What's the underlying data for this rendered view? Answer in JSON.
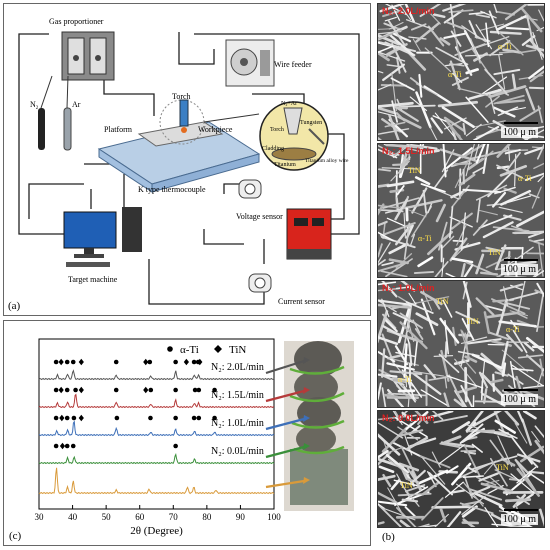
{
  "panel_a": {
    "label": "(a)",
    "components": {
      "gas_proportioner": "Gas proportioner",
      "wire_feeder": "Wire feeder",
      "n2": "N",
      "n2_sub": "2",
      "ar": "Ar",
      "torch": "Torch",
      "platform": "Platform",
      "workpiece": "Workpiece",
      "thermocouple": "K type thermocouple",
      "voltage_sensor": "Voltage sensor",
      "current_sensor": "Current sensor",
      "target_machine": "Target machine"
    },
    "inset": {
      "gas": "N₂+Ar",
      "torch": "Torch",
      "tungsten": "Tungsten",
      "cladding": "Cladding",
      "titanium": "Titanium",
      "wire": "Titanium alloy wire"
    }
  },
  "panel_b": {
    "label": "(b)",
    "micrographs": [
      {
        "condition": "N₂: 2.0L/min",
        "phases": [
          "α-Ti",
          "α-Ti"
        ],
        "scale": "100 μ m"
      },
      {
        "condition": "N₂: 1.5L/min",
        "phases": [
          "TiN",
          "α-Ti",
          "α-Ti",
          "TiN"
        ],
        "scale": "100 μ m"
      },
      {
        "condition": "N₂: 1.0L/min",
        "phases": [
          "TiN",
          "TiN",
          "α-Ti",
          "α-Ti"
        ],
        "scale": "100 μ m"
      },
      {
        "condition": "N₂: 0.0L/min",
        "phases": [
          "TiN",
          "TiN"
        ],
        "scale": "100 μ m"
      }
    ]
  },
  "panel_c": {
    "label": "(c)",
    "legend": {
      "alpha": "α-Ti",
      "tin": "TiN"
    },
    "curve_labels": [
      "N₂: 2.0L/min",
      "N₂: 1.5L/min",
      "N₂: 1.0L/min",
      "N₂: 0.0L/min"
    ]
  },
  "chart_data": {
    "type": "line",
    "title": "",
    "xlabel": "2θ (Degree)",
    "ylabel": "",
    "xlim": [
      30,
      100
    ],
    "x_ticks": [
      30,
      40,
      50,
      60,
      70,
      80,
      90,
      100
    ],
    "series": [
      {
        "name": "N₂: 2.0L/min",
        "color": "#555555",
        "peaks": [
          [
            35.5,
            4
          ],
          [
            38.5,
            5
          ],
          [
            40.2,
            9
          ],
          [
            53.0,
            4
          ],
          [
            63.3,
            3
          ],
          [
            70.7,
            8
          ],
          [
            76.3,
            4
          ],
          [
            77.5,
            4
          ]
        ],
        "alpha_ti": [
          35.1,
          38.4,
          40.2,
          53.0,
          63.0,
          70.7,
          76.2,
          77.4
        ],
        "tin": [
          36.6,
          42.6,
          61.8,
          73.9,
          77.9
        ]
      },
      {
        "name": "N₂: 1.5L/min",
        "color": "#b53a3a",
        "peaks": [
          [
            35.5,
            4
          ],
          [
            38.5,
            5
          ],
          [
            40.9,
            14
          ],
          [
            53.0,
            5
          ],
          [
            63.3,
            3
          ],
          [
            70.7,
            7
          ],
          [
            76.3,
            4
          ],
          [
            77.5,
            4
          ]
        ],
        "alpha_ti": [
          35.1,
          38.4,
          40.9,
          53.0,
          63.3,
          70.7,
          76.5,
          77.6,
          82.3
        ],
        "tin": [
          36.6,
          42.6,
          61.8
        ]
      },
      {
        "name": "N₂: 1.0L/min",
        "color": "#3d6fb8",
        "peaks": [
          [
            35.3,
            4
          ],
          [
            38.5,
            5
          ],
          [
            40.4,
            14
          ],
          [
            53.0,
            7
          ],
          [
            63.3,
            3
          ],
          [
            70.7,
            6
          ],
          [
            76.3,
            4
          ],
          [
            82.3,
            3
          ]
        ],
        "alpha_ti": [
          35.1,
          38.4,
          40.4,
          53.2,
          63.2,
          70.7,
          76.2,
          77.6,
          82.3
        ],
        "tin": [
          36.8,
          42.6
        ]
      },
      {
        "name": "N₂: 0.0L/min",
        "color": "#3a8f3a",
        "peaks": [
          [
            38.5,
            5
          ],
          [
            40.5,
            6
          ],
          [
            70.7,
            9
          ],
          [
            76.3,
            4
          ]
        ],
        "alpha_ti": [
          35.1,
          38.4,
          40.2,
          70.7
        ],
        "tin": [
          37.0
        ]
      },
      {
        "name": "",
        "color": "#d99a3a",
        "peaks": [
          [
            35.2,
            26
          ],
          [
            38.5,
            6
          ],
          [
            40.2,
            12
          ],
          [
            53.0,
            3
          ],
          [
            62.8,
            4
          ],
          [
            74.2,
            6
          ],
          [
            76.1,
            6
          ],
          [
            82.7,
            3
          ]
        ],
        "alpha_ti": [],
        "tin": []
      }
    ]
  }
}
